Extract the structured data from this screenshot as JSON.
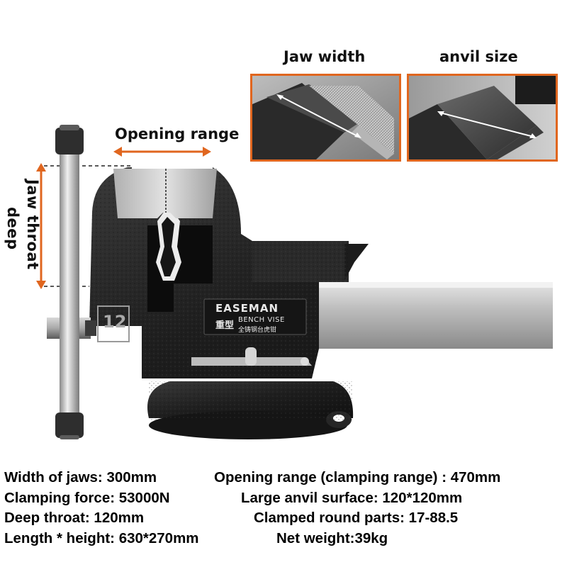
{
  "labels": {
    "jaw_width": "Jaw width",
    "anvil_size": "anvil size",
    "opening_range": "Opening range",
    "jaw_throat_line1": "Jaw throat",
    "jaw_throat_line2": "deep"
  },
  "product": {
    "brand": "EASEMAN",
    "subtitle": "BENCH VISE",
    "cn_mark": "重型",
    "cn_sub": "全铸钢台虎钳",
    "size_mark": "12"
  },
  "specs": {
    "row1": {
      "left": "Width of jaws: 300mm",
      "right": "Opening range (clamping range) : 470mm"
    },
    "row2": {
      "left": "Clamping force:  53000N",
      "right": "Large anvil surface:  120*120mm"
    },
    "row3": {
      "left": "Deep throat:  120mm",
      "right": "Clamped round parts:  17-88.5"
    },
    "row4": {
      "left": "Length * height:  630*270mm",
      "right": "Net weight:39kg"
    }
  },
  "colors": {
    "accent": "#e0661f",
    "vise_body": "#1c1c1c",
    "steel": "#c9c9c9"
  }
}
